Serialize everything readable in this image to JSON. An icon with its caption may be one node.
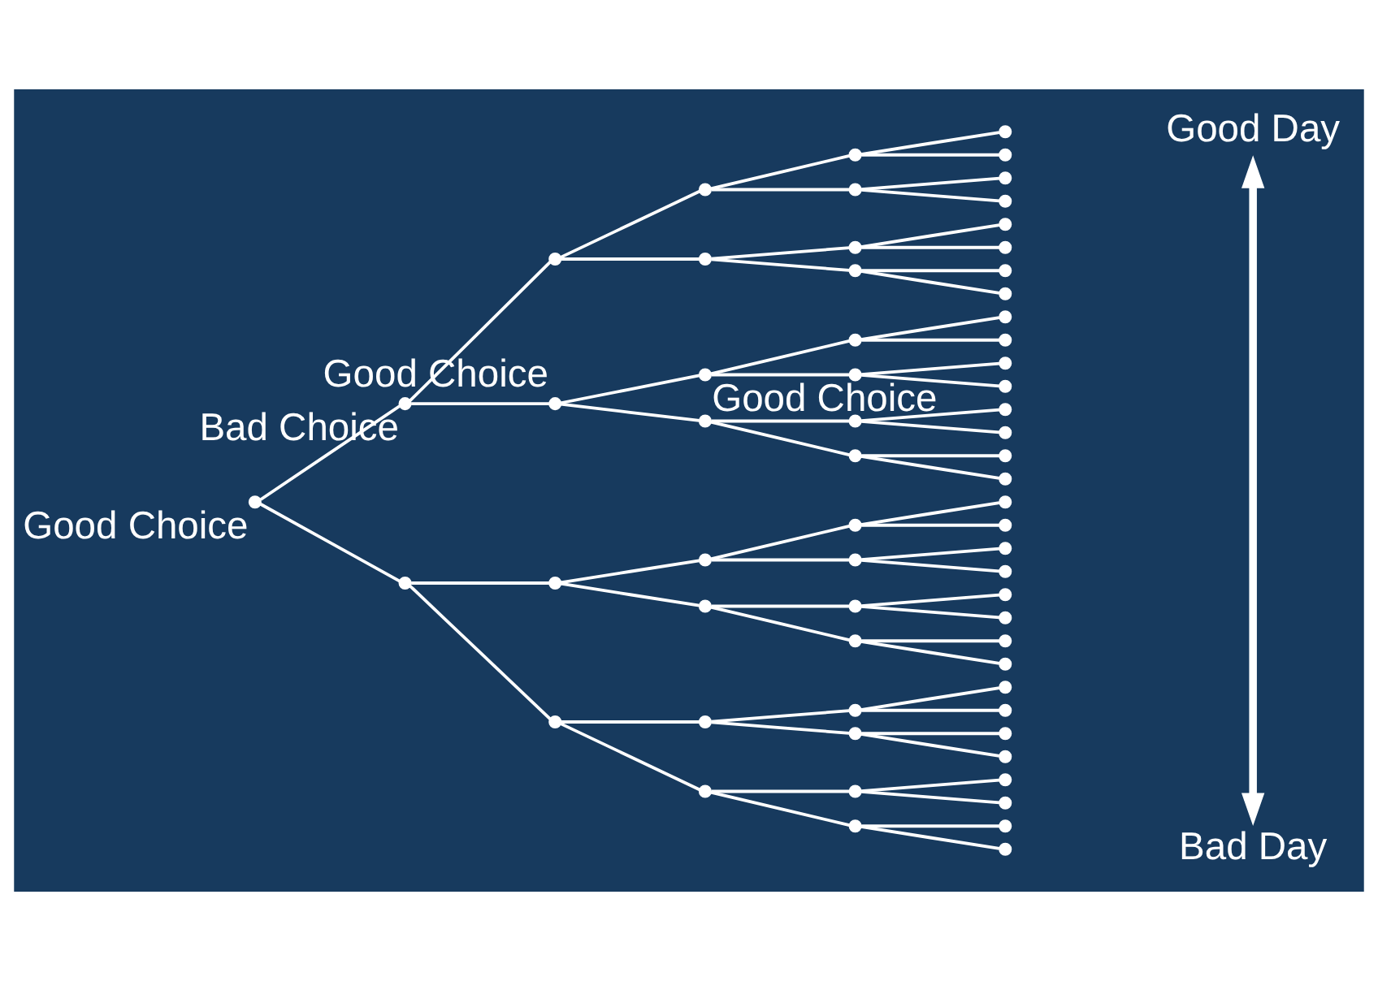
{
  "diagram": {
    "nodes": [
      {
        "text": [],
        "shape": "circle",
        "beside": [
          "Good Choice"
        ]
      },
      {
        "text": [],
        "shape": "circle",
        "beside": [
          "Bad Choice"
        ]
      },
      {
        "text": [],
        "shape": "circle"
      },
      {
        "text": [],
        "shape": "circle"
      },
      {
        "text": [],
        "shape": "circle",
        "beside": [
          "Good Choice"
        ]
      },
      {
        "text": [],
        "shape": "circle"
      },
      {
        "text": [],
        "shape": "circle"
      },
      {
        "text": [],
        "shape": "circle"
      },
      {
        "text": [],
        "shape": "circle"
      },
      {
        "text": [],
        "shape": "circle",
        "beside": [
          "Good Choice"
        ]
      },
      {
        "text": [],
        "shape": "circle"
      },
      {
        "text": [],
        "shape": "circle"
      },
      {
        "text": [],
        "shape": "circle"
      },
      {
        "text": [],
        "shape": "circle"
      },
      {
        "text": [],
        "shape": "circle"
      },
      {
        "text": [],
        "shape": "circle"
      },
      {
        "text": [],
        "shape": "circle"
      },
      {
        "text": [],
        "shape": "circle"
      },
      {
        "text": [],
        "shape": "circle"
      },
      {
        "text": [],
        "shape": "circle"
      },
      {
        "text": [],
        "shape": "circle"
      },
      {
        "text": [],
        "shape": "circle"
      },
      {
        "text": [],
        "shape": "circle"
      },
      {
        "text": [],
        "shape": "circle"
      },
      {
        "text": [],
        "shape": "circle"
      },
      {
        "text": [],
        "shape": "circle"
      },
      {
        "text": [],
        "shape": "circle"
      },
      {
        "text": [],
        "shape": "circle"
      },
      {
        "text": [],
        "shape": "circle"
      },
      {
        "text": [],
        "shape": "circle"
      },
      {
        "text": [],
        "shape": "circle"
      },
      {
        "text": [],
        "shape": "circle"
      },
      {
        "text": [],
        "shape": "circle"
      },
      {
        "text": [],
        "shape": "circle"
      },
      {
        "text": [],
        "shape": "circle"
      },
      {
        "text": [],
        "shape": "circle"
      },
      {
        "text": [],
        "shape": "circle"
      },
      {
        "text": [],
        "shape": "circle"
      },
      {
        "text": [],
        "shape": "circle"
      },
      {
        "text": [],
        "shape": "circle"
      },
      {
        "text": [],
        "shape": "circle"
      },
      {
        "text": [],
        "shape": "circle"
      },
      {
        "text": [],
        "shape": "circle"
      },
      {
        "text": [],
        "shape": "circle"
      },
      {
        "text": [],
        "shape": "circle"
      },
      {
        "text": [],
        "shape": "circle"
      },
      {
        "text": [],
        "shape": "circle"
      },
      {
        "text": [],
        "shape": "circle"
      },
      {
        "text": [],
        "shape": "circle"
      },
      {
        "text": [],
        "shape": "circle"
      },
      {
        "text": [],
        "shape": "circle"
      },
      {
        "text": [],
        "shape": "circle"
      },
      {
        "text": [],
        "shape": "circle"
      },
      {
        "text": [],
        "shape": "circle"
      },
      {
        "text": [],
        "shape": "circle"
      },
      {
        "text": [],
        "shape": "circle"
      },
      {
        "text": [],
        "shape": "circle"
      },
      {
        "text": [],
        "shape": "circle"
      },
      {
        "text": [],
        "shape": "circle"
      },
      {
        "text": [],
        "shape": "circle"
      },
      {
        "text": [],
        "shape": "circle"
      },
      {
        "text": [],
        "shape": "circle"
      },
      {
        "text": [],
        "shape": "circle"
      },
      {
        "text": [
          "Good Day"
        ]
      },
      {
        "text": [
          "Bad Day"
        ]
      }
    ],
    "edges": [
      {
        "from": 0,
        "to": 1,
        "arrow": "none"
      },
      {
        "from": 0,
        "to": 2,
        "arrow": "none"
      },
      {
        "from": 1,
        "to": 3,
        "arrow": "none"
      },
      {
        "from": 1,
        "to": 4,
        "arrow": "none"
      },
      {
        "from": 2,
        "to": 5,
        "arrow": "none"
      },
      {
        "from": 2,
        "to": 6,
        "arrow": "none"
      },
      {
        "from": 3,
        "to": 7,
        "arrow": "none"
      },
      {
        "from": 3,
        "to": 8,
        "arrow": "none"
      },
      {
        "from": 4,
        "to": 9,
        "arrow": "none"
      },
      {
        "from": 4,
        "to": 10,
        "arrow": "none"
      },
      {
        "from": 5,
        "to": 11,
        "arrow": "none"
      },
      {
        "from": 5,
        "to": 12,
        "arrow": "none"
      },
      {
        "from": 6,
        "to": 13,
        "arrow": "none"
      },
      {
        "from": 6,
        "to": 14,
        "arrow": "none"
      },
      {
        "from": 7,
        "to": 15,
        "arrow": "none"
      },
      {
        "from": 7,
        "to": 16,
        "arrow": "none"
      },
      {
        "from": 8,
        "to": 17,
        "arrow": "none"
      },
      {
        "from": 8,
        "to": 18,
        "arrow": "none"
      },
      {
        "from": 9,
        "to": 19,
        "arrow": "none"
      },
      {
        "from": 9,
        "to": 20,
        "arrow": "none"
      },
      {
        "from": 10,
        "to": 21,
        "arrow": "none"
      },
      {
        "from": 10,
        "to": 22,
        "arrow": "none"
      },
      {
        "from": 11,
        "to": 23,
        "arrow": "none"
      },
      {
        "from": 11,
        "to": 24,
        "arrow": "none"
      },
      {
        "from": 12,
        "to": 25,
        "arrow": "none"
      },
      {
        "from": 12,
        "to": 26,
        "arrow": "none"
      },
      {
        "from": 13,
        "to": 27,
        "arrow": "none"
      },
      {
        "from": 13,
        "to": 28,
        "arrow": "none"
      },
      {
        "from": 14,
        "to": 29,
        "arrow": "none"
      },
      {
        "from": 14,
        "to": 30,
        "arrow": "none"
      },
      {
        "from": 15,
        "to": 31,
        "arrow": "none"
      },
      {
        "from": 15,
        "to": 32,
        "arrow": "none"
      },
      {
        "from": 16,
        "to": 33,
        "arrow": "none"
      },
      {
        "from": 16,
        "to": 34,
        "arrow": "none"
      },
      {
        "from": 17,
        "to": 35,
        "arrow": "none"
      },
      {
        "from": 17,
        "to": 36,
        "arrow": "none"
      },
      {
        "from": 18,
        "to": 37,
        "arrow": "none"
      },
      {
        "from": 18,
        "to": 38,
        "arrow": "none"
      },
      {
        "from": 19,
        "to": 39,
        "arrow": "none"
      },
      {
        "from": 19,
        "to": 40,
        "arrow": "none"
      },
      {
        "from": 20,
        "to": 41,
        "arrow": "none"
      },
      {
        "from": 20,
        "to": 42,
        "arrow": "none"
      },
      {
        "from": 21,
        "to": 43,
        "arrow": "none"
      },
      {
        "from": 21,
        "to": 44,
        "arrow": "none"
      },
      {
        "from": 22,
        "to": 45,
        "arrow": "none"
      },
      {
        "from": 22,
        "to": 46,
        "arrow": "none"
      },
      {
        "from": 23,
        "to": 47,
        "arrow": "none"
      },
      {
        "from": 23,
        "to": 48,
        "arrow": "none"
      },
      {
        "from": 24,
        "to": 49,
        "arrow": "none"
      },
      {
        "from": 24,
        "to": 50,
        "arrow": "none"
      },
      {
        "from": 25,
        "to": 51,
        "arrow": "none"
      },
      {
        "from": 25,
        "to": 52,
        "arrow": "none"
      },
      {
        "from": 26,
        "to": 53,
        "arrow": "none"
      },
      {
        "from": 26,
        "to": 54,
        "arrow": "none"
      },
      {
        "from": 27,
        "to": 55,
        "arrow": "none"
      },
      {
        "from": 27,
        "to": 56,
        "arrow": "none"
      },
      {
        "from": 28,
        "to": 57,
        "arrow": "none"
      },
      {
        "from": 28,
        "to": 58,
        "arrow": "none"
      },
      {
        "from": 29,
        "to": 59,
        "arrow": "none"
      },
      {
        "from": 29,
        "to": 60,
        "arrow": "none"
      },
      {
        "from": 30,
        "to": 61,
        "arrow": "none"
      },
      {
        "from": 30,
        "to": 62,
        "arrow": "none"
      },
      {
        "from": 63,
        "to": 64,
        "arrow": "both",
        "style": "thick"
      }
    ]
  }
}
